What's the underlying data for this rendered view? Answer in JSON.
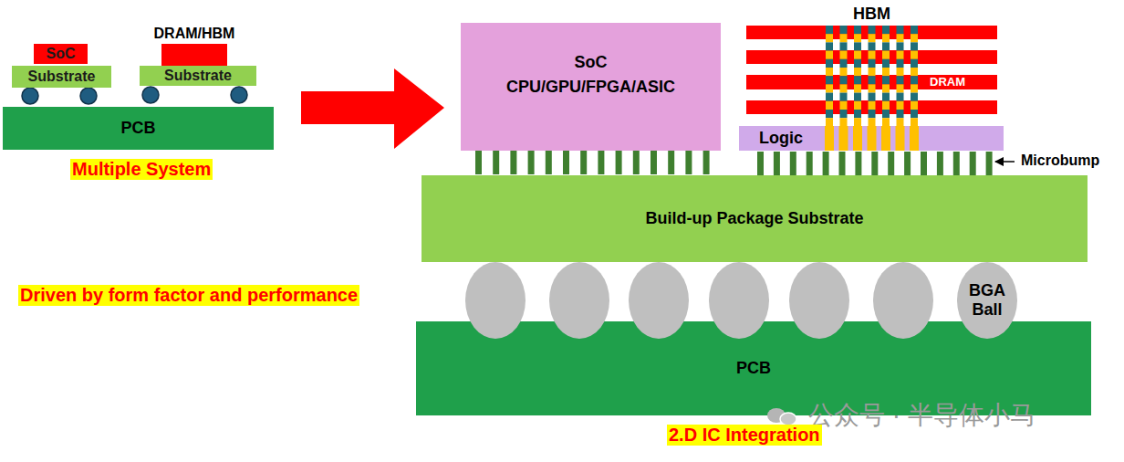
{
  "diagram": {
    "caption": "2.D IC Integration",
    "nodes": [
      {
        "text": [
          "SoC"
        ]
      },
      {
        "text": [
          "Substrate"
        ]
      },
      {
        "text": [
          "DRAM/HBM"
        ]
      },
      {
        "text": [
          "Substrate"
        ]
      },
      {
        "text": [
          "PCB"
        ]
      },
      {
        "text": [
          "SoC",
          "CPU/GPU/FPGA/ASIC"
        ]
      },
      {
        "text": [
          "HBM"
        ]
      },
      {
        "text": [
          "DRAM"
        ],
        "in": 6
      },
      {
        "text": [
          "Logic"
        ]
      },
      {
        "text": [
          "Build-up Package Substrate"
        ]
      },
      {
        "text": [
          "BGA Ball"
        ]
      },
      {
        "text": [
          "PCB"
        ]
      }
    ],
    "labels": [
      "Multiple System",
      "Driven by form factor and performance",
      "Microbump",
      "公众号 · 半导体小马"
    ]
  }
}
